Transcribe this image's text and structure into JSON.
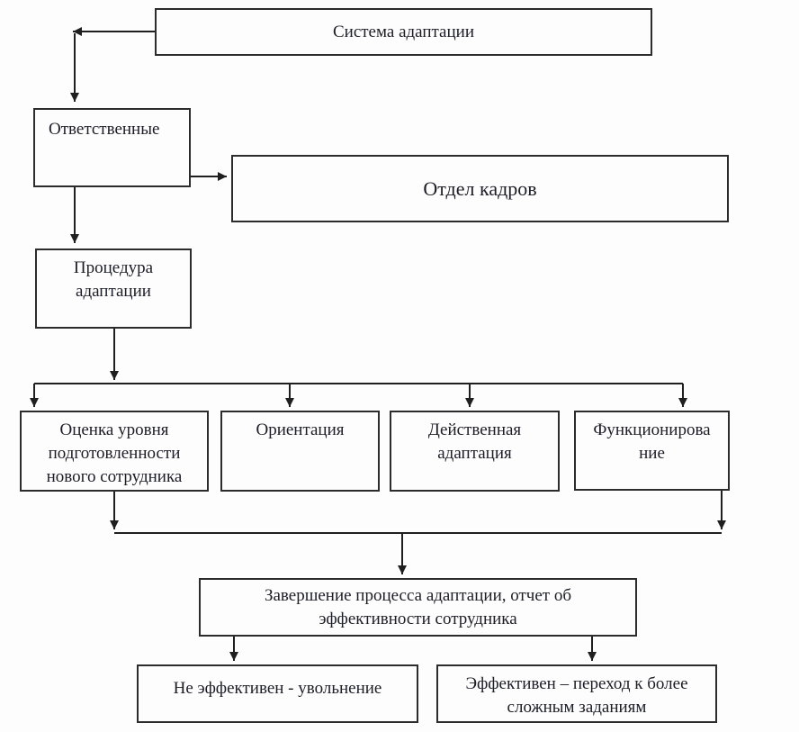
{
  "colors": {
    "background": "#fdfdfd",
    "border": "#2c2c2c",
    "line": "#1f1f1f",
    "text": "#1d1d27"
  },
  "nodes": {
    "system": {
      "label": "Система адаптации"
    },
    "responsible": {
      "label": "Ответственные"
    },
    "hr_department": {
      "label": "Отдел кадров"
    },
    "procedure": {
      "label": [
        "Процедура",
        "адаптации"
      ]
    },
    "assessment": {
      "label": [
        "Оценка уровня",
        "подготовленности",
        "нового сотрудника"
      ]
    },
    "orientation": {
      "label": "Ориентация"
    },
    "effective_adaptation": {
      "label": [
        "Действенная",
        "адаптация"
      ]
    },
    "functioning": {
      "label": [
        "Функционирова",
        "ние"
      ]
    },
    "completion": {
      "label": [
        "Завершение процесса адаптации, отчет об",
        "эффективности сотрудника"
      ]
    },
    "not_effective": {
      "label": "Не эффективен -  увольнение"
    },
    "effective": {
      "label": [
        "Эффективен – переход к более",
        "сложным заданиям"
      ]
    }
  }
}
